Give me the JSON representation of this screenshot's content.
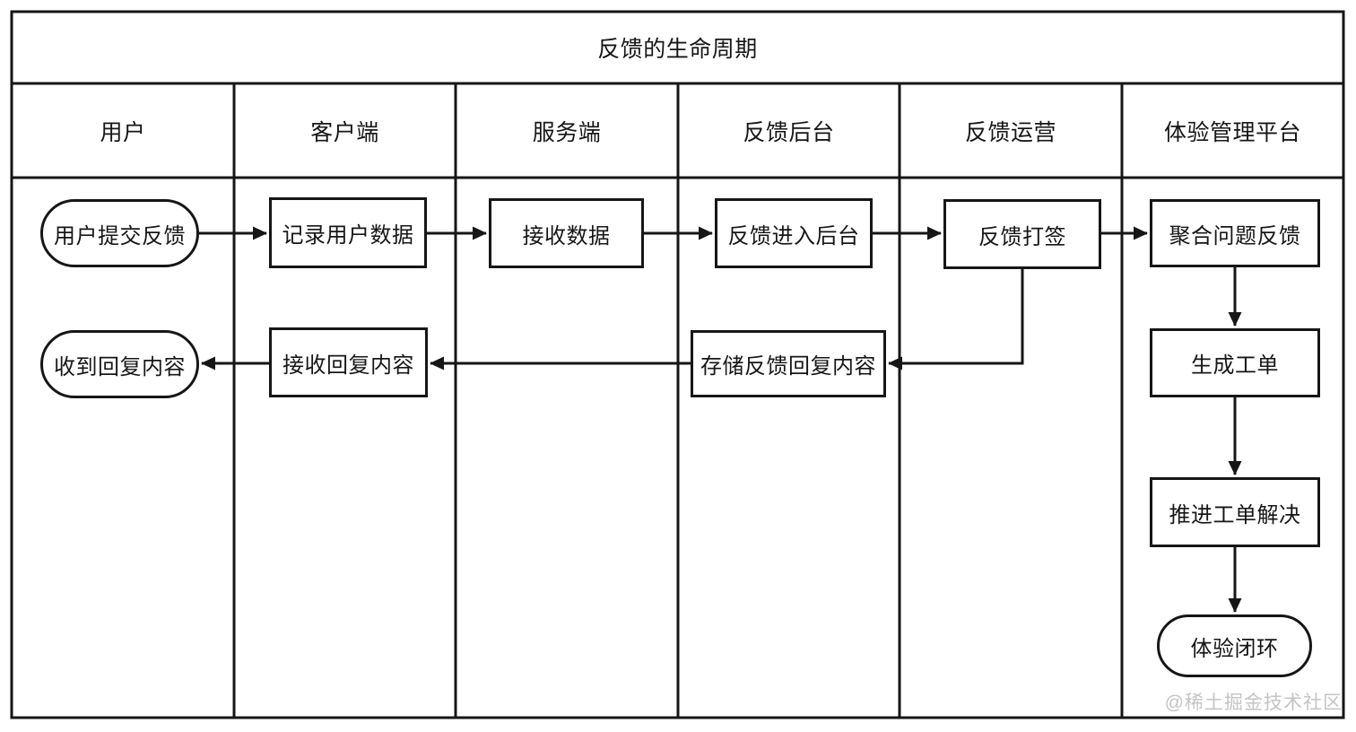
{
  "title": "反馈的生命周期",
  "lanes": [
    {
      "label": "用户"
    },
    {
      "label": "客户端"
    },
    {
      "label": "服务端"
    },
    {
      "label": "反馈后台"
    },
    {
      "label": "反馈运营"
    },
    {
      "label": "体验管理平台"
    }
  ],
  "nodes": {
    "user_submit": {
      "label": "用户提交反馈",
      "shape": "stadium",
      "lane": "用户"
    },
    "record_user_data": {
      "label": "记录用户数据",
      "shape": "process",
      "lane": "客户端"
    },
    "receive_data": {
      "label": "接收数据",
      "shape": "process",
      "lane": "服务端"
    },
    "feedback_enter_backend": {
      "label": "反馈进入后台",
      "shape": "process",
      "lane": "反馈后台"
    },
    "feedback_tagging": {
      "label": "反馈打签",
      "shape": "process",
      "lane": "反馈运营"
    },
    "aggregate_feedback": {
      "label": "聚合问题反馈",
      "shape": "process",
      "lane": "体验管理平台"
    },
    "user_receive_reply": {
      "label": "收到回复内容",
      "shape": "stadium",
      "lane": "用户"
    },
    "client_receive_reply": {
      "label": "接收回复内容",
      "shape": "process",
      "lane": "客户端"
    },
    "store_feedback_reply": {
      "label": "存储反馈回复内容",
      "shape": "process",
      "lane": "反馈后台"
    },
    "generate_ticket": {
      "label": "生成工单",
      "shape": "process",
      "lane": "体验管理平台"
    },
    "push_ticket_resolution": {
      "label": "推进工单解决",
      "shape": "process",
      "lane": "体验管理平台"
    },
    "experience_closed_loop": {
      "label": "体验闭环",
      "shape": "stadium",
      "lane": "体验管理平台"
    }
  },
  "edges": [
    {
      "from": "user_submit",
      "to": "record_user_data"
    },
    {
      "from": "record_user_data",
      "to": "receive_data"
    },
    {
      "from": "receive_data",
      "to": "feedback_enter_backend"
    },
    {
      "from": "feedback_enter_backend",
      "to": "feedback_tagging"
    },
    {
      "from": "feedback_tagging",
      "to": "aggregate_feedback"
    },
    {
      "from": "feedback_tagging",
      "to": "store_feedback_reply"
    },
    {
      "from": "store_feedback_reply",
      "to": "client_receive_reply"
    },
    {
      "from": "client_receive_reply",
      "to": "user_receive_reply"
    },
    {
      "from": "aggregate_feedback",
      "to": "generate_ticket"
    },
    {
      "from": "generate_ticket",
      "to": "push_ticket_resolution"
    },
    {
      "from": "push_ticket_resolution",
      "to": "experience_closed_loop"
    }
  ],
  "watermark": "@稀土掘金技术社区",
  "colors": {
    "line": "#161616",
    "background": "#ffffff",
    "watermark": "#c4c4c4"
  }
}
